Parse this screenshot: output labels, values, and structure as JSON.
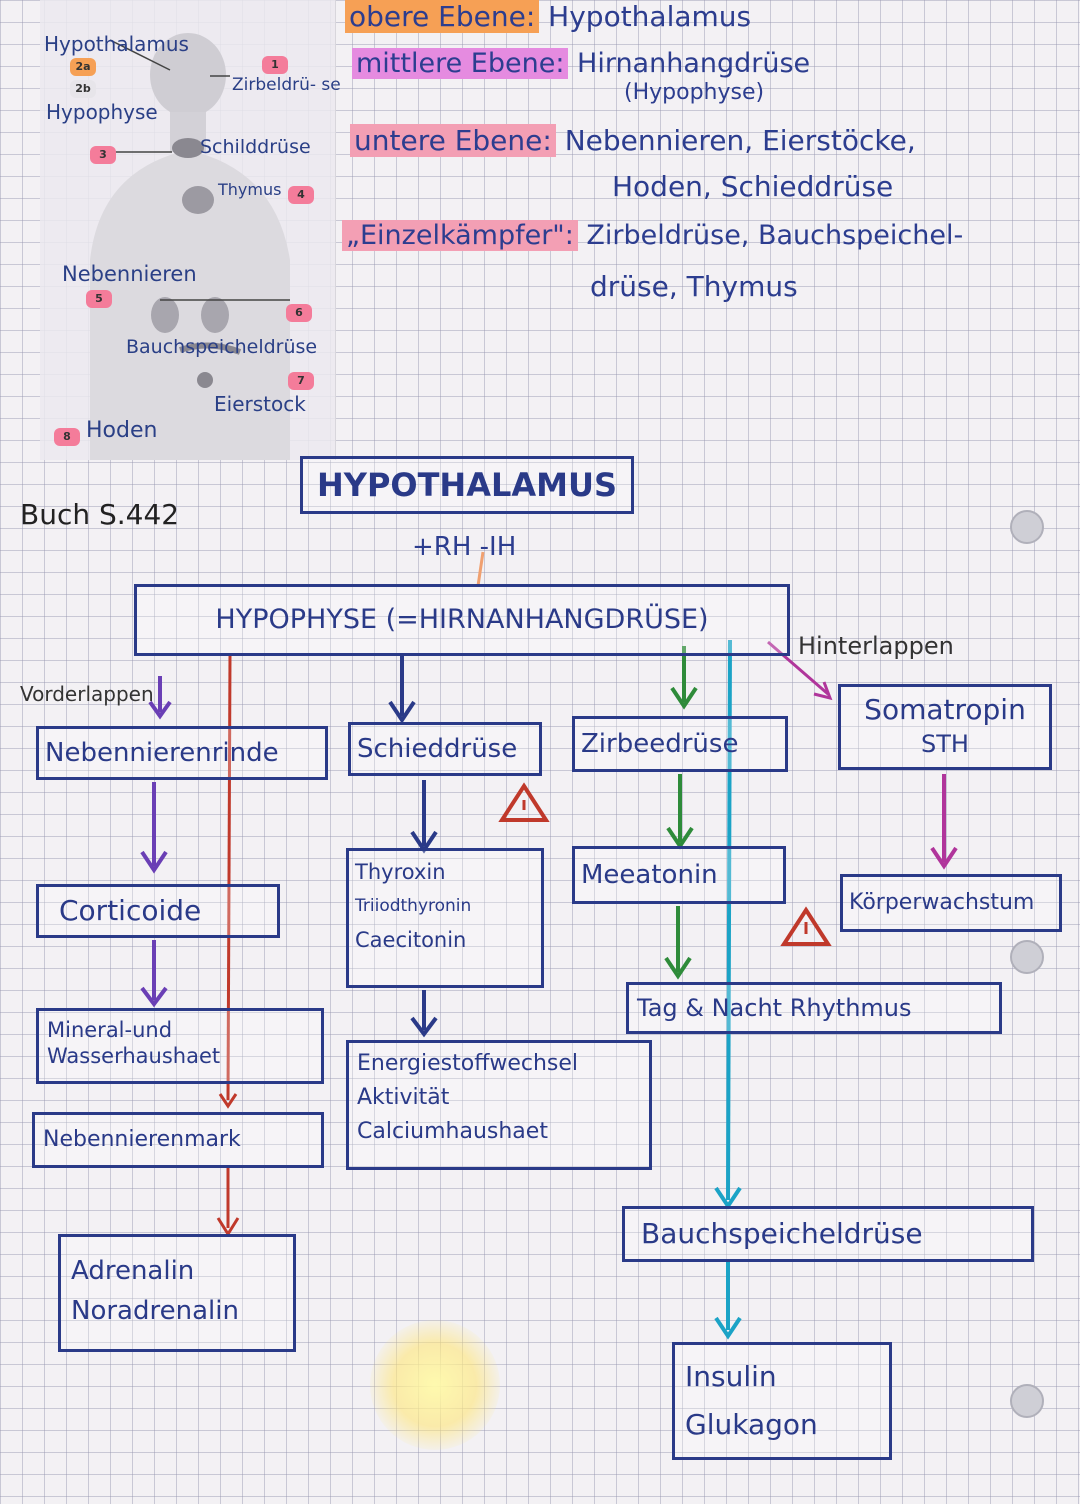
{
  "diagram_labels": {
    "hypothalamus": "Hypothalamus",
    "hypophyse": "Hypophyse",
    "zirbeldruese": "Zirbeldrü- se",
    "schilddruese": "Schilddrüse",
    "thymus": "Thymus",
    "nebennieren": "Nebennieren",
    "bauchspeicheldruese": "Bauchspeicheldrüse",
    "eierstock": "Eierstock",
    "hoden": "Hoden",
    "badges": [
      "2a",
      "2b",
      "1",
      "3",
      "4",
      "5",
      "6",
      "7",
      "8"
    ]
  },
  "levels": {
    "obere_label": "obere Ebene:",
    "obere_value": "Hypothalamus",
    "mittlere_label": "mittlere Ebene:",
    "mittlere_value": "Hirnanhangdrüse",
    "mittlere_value2": "(Hypophyse)",
    "untere_label": "untere Ebene:",
    "untere_value": "Nebennieren, Eierstöcke,",
    "untere_value2": "Hoden, Schieddrüse",
    "einzel_label": "„Einzelkämpfer\":",
    "einzel_value": "Zirbeldrüse, Bauchspeichel-",
    "einzel_value2": "drüse, Thymus"
  },
  "book_ref": "Buch S.442",
  "flow": {
    "hypothalamus": "HYPOTHALAMUS",
    "rh_ih": "+RH -IH",
    "hypophyse": "HYPOPHYSE (=HIRNANHANGDRÜSE)",
    "vorderlappen": "Vorderlappen",
    "hinterlappen": "Hinterlappen",
    "nebennierenrinde": "Nebennierenrinde",
    "schilddruese": "Schieddrüse",
    "zirbeldruese": "Zirbeedrüse",
    "somatropin": "Somatropin",
    "sth": "STH",
    "corticoide": "Corticoide",
    "thyroxin": "Thyroxin",
    "triiodthyronin": "Triiodthyronin",
    "calcitonin": "Caecitonin",
    "melatonin": "Meeatonin",
    "koerperwachstum": "Körperwachstum",
    "mineral1": "Mineral-und",
    "mineral2": "Wasserhaushaet",
    "tag_nacht": "Tag & Nacht Rhythmus",
    "energie": "Energiestoffwechsel",
    "aktivitaet": "Aktivität",
    "calciumhaushalt": "Calciumhaushaet",
    "nebennierenmark": "Nebennierenmark",
    "bauchspeicheldruese": "Bauchspeicheldrüse",
    "adrenalin": "Adrenalin",
    "noradrenalin": "Noradrenalin",
    "insulin": "Insulin",
    "glukagon": "Glukagon"
  },
  "colors": {
    "ink": "#2a3a88",
    "red_line": "#c0392b",
    "green_line": "#2e8b3a",
    "cyan_line": "#1ba3c6",
    "purple_line": "#6a3fb5",
    "magenta_line": "#b0359b"
  }
}
